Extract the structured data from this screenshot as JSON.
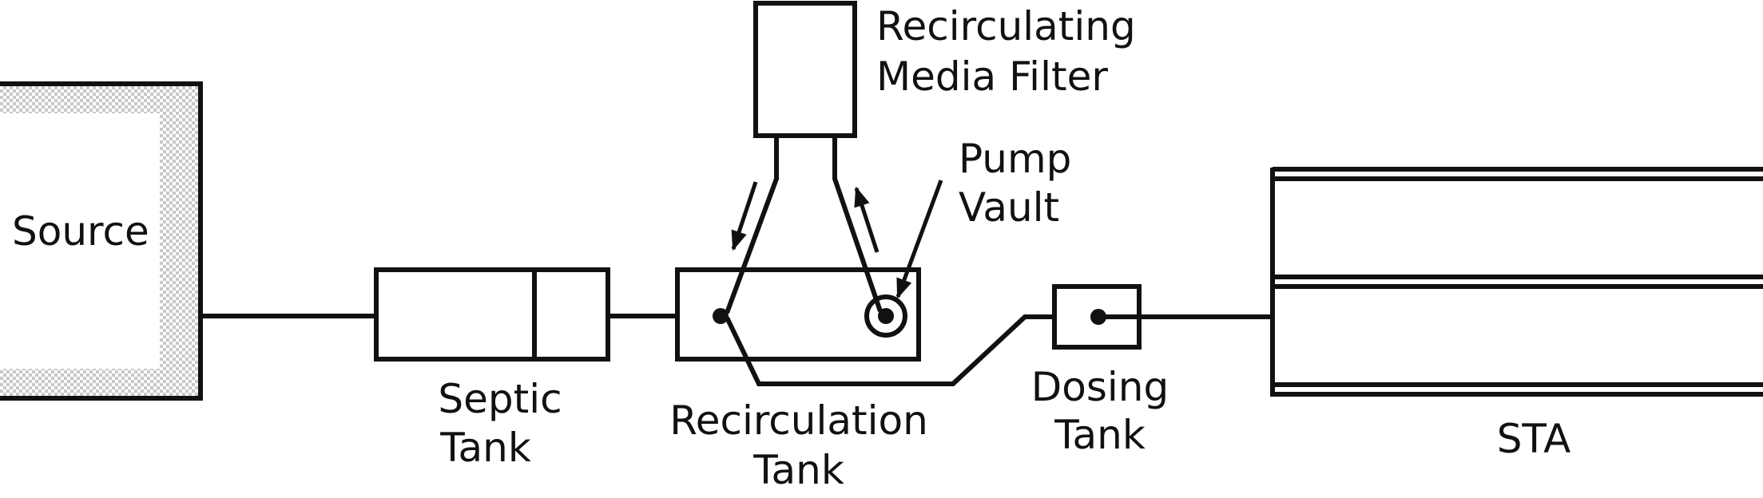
{
  "labels": {
    "source": "Source",
    "septic_tank_line1": "Septic",
    "septic_tank_line2": "Tank",
    "recirculation_tank_line1": "Recirculation",
    "recirculation_tank_line2": "Tank",
    "media_filter_line1": "Recirculating",
    "media_filter_line2": "Media Filter",
    "pump_vault_line1": "Pump",
    "pump_vault_line2": "Vault",
    "dosing_tank_line1": "Dosing",
    "dosing_tank_line2": "Tank",
    "sta": "STA"
  },
  "colors": {
    "line": "#111111",
    "source_hatch": "#c8c8c8",
    "background": "#ffffff"
  }
}
